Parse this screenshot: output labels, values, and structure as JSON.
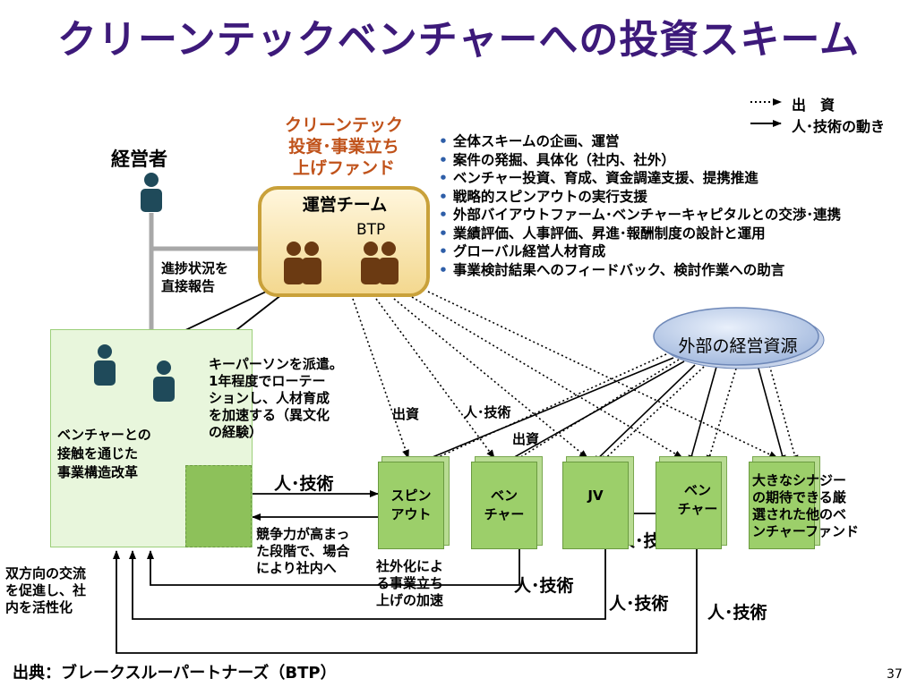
{
  "title": "クリーンテックベンチャーへの投資スキーム",
  "legend": {
    "investment": "出　資",
    "people_tech": "人･技術の動き"
  },
  "fund": {
    "title_lines": [
      "クリーンテック",
      "投資･事業立ち",
      "上げファンド"
    ],
    "team_label": "運営チーム",
    "btp_label": "BTP"
  },
  "activities": [
    "全体スキームの企画、運営",
    "案件の発掘、具体化（社内、社外）",
    "ベンチャー投資、育成、資金調達支援、提携推進",
    "戦略的スピンアウトの実行支援",
    "外部バイアウトファーム･ベンチャーキャピタルとの交渉･連携",
    "業績評価、人事評価、昇進･報酬制度の設計と運用",
    "グローバル経営人材育成",
    "事業検討結果へのフィードバック、検討作業への助言"
  ],
  "manager_label": "経営者",
  "report_label": [
    "進捗状況を",
    "直接報告"
  ],
  "company_text": [
    "ベンチャーとの",
    "接触を通じた",
    "事業構造改革"
  ],
  "dispatch_text": [
    "キーパーソンを派遣。",
    "1年程度でローテー",
    "ションし、人材育成",
    "を加速する（異文化",
    "の経験）"
  ],
  "external_resources": "外部の経営資源",
  "flow_labels": {
    "invest1": "出資",
    "invest2": "出資",
    "people_tech_small": "人･技術",
    "people_tech_1": "人･技術",
    "people_tech_2": "人･技術",
    "people_tech_3": "人･技術",
    "people_tech_4": "人･技術",
    "people_tech_5": "人･技術"
  },
  "ventures": {
    "spinout": [
      "スピン",
      "アウト"
    ],
    "venture1": [
      "ベン",
      "チャー"
    ],
    "jv": "JV",
    "venture2": [
      "ベン",
      "チャー"
    ],
    "other_funds": [
      "大きなシナジー",
      "の期待できる厳",
      "選された他のベ",
      "ンチャーファンド"
    ]
  },
  "notes": {
    "competitive": [
      "競争力が高まっ",
      "た段階で、場合",
      "により社内へ"
    ],
    "spinoff": [
      "社外化によ",
      "る事業立ち",
      "上げの加速"
    ],
    "mutual": [
      "双方向の交流",
      "を促進し、社",
      "内を活性化"
    ]
  },
  "source": "出典：ブレークスルーパートナーズ（BTP）",
  "page_number": "37"
}
